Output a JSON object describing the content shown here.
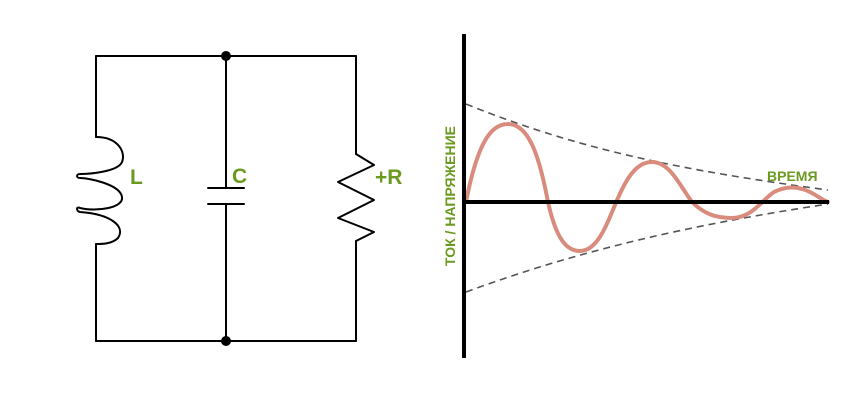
{
  "circuit": {
    "inductor_label": "L",
    "capacitor_label": "C",
    "resistor_label": "+R"
  },
  "graph": {
    "y_axis_label": "ТОК / НАПРЯЖЕНИЕ",
    "x_axis_label": "ВРЕМЯ",
    "signal": {
      "kind": "damped-oscillation",
      "cycles_shown": 3,
      "decays_toward_zero": true
    },
    "envelope": "dashed"
  },
  "colors": {
    "wire": "#000000",
    "label": "#6a9a1f",
    "signal": "#d98c7d",
    "envelope": "#555555"
  }
}
